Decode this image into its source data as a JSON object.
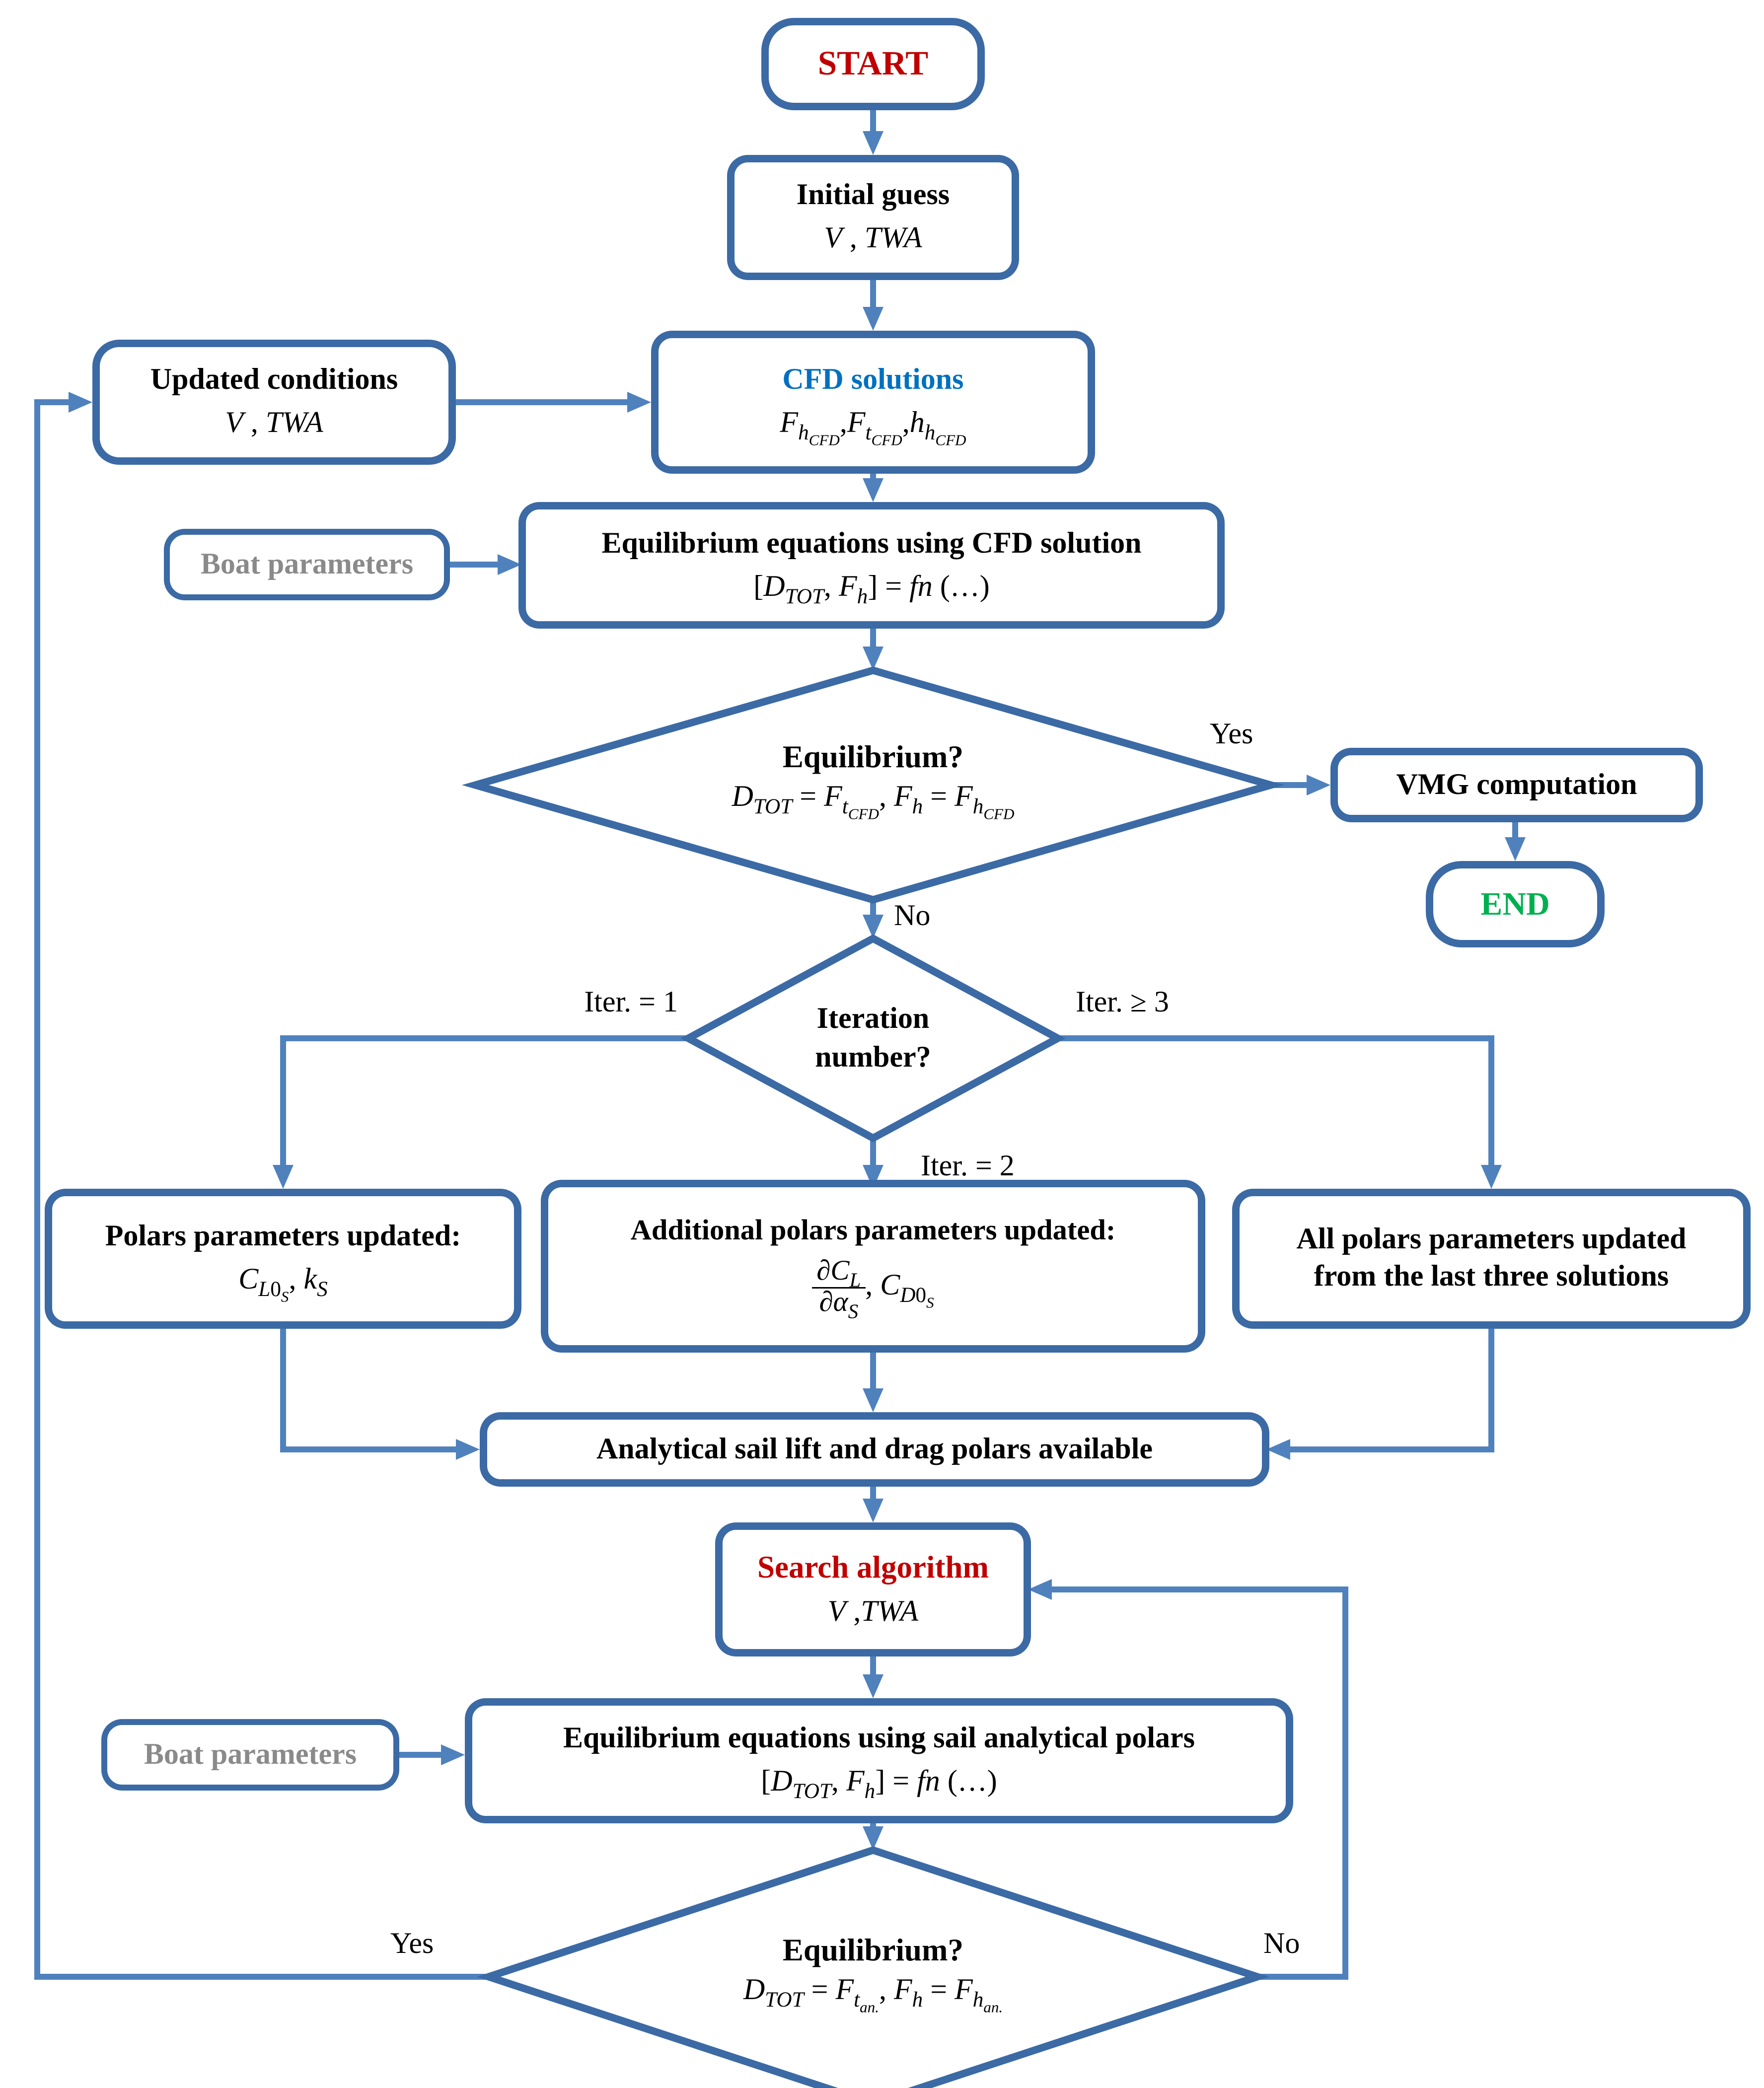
{
  "colors": {
    "box_border": "#3b6aa5",
    "arrow_blue": "#4f81bd",
    "start_red": "#c00000",
    "cfd_blue": "#0070c0",
    "end_green": "#00b050",
    "boat_gray": "#8a8a8a"
  },
  "nodes": {
    "start": {
      "label": "START"
    },
    "initial_guess": {
      "title": "Initial guess",
      "math": "<i>V</i> , <i>TWA</i>"
    },
    "updated_conditions": {
      "title": "Updated conditions",
      "math": "<i>V</i> , <i>TWA</i>"
    },
    "cfd_solutions": {
      "title": "CFD solutions",
      "math": "<i>F</i><sub><i>h</i><sub><i>CFD</i></sub></sub>,<i>F</i><sub><i>t</i><sub><i>CFD</i></sub></sub>,<i>h</i><sub><i>h</i><sub><i>CFD</i></sub></sub>"
    },
    "boat_parameters_top": {
      "label": "Boat parameters"
    },
    "equilibrium_cfd": {
      "title": "Equilibrium equations using CFD solution",
      "math": "[<i>D</i><sub><i>TOT</i></sub>, <i>F</i><sub><i>h</i></sub>] = <i>fn</i> (…)"
    },
    "decision_equilibrium_cfd": {
      "title": "Equilibrium?",
      "math": "<i>D</i><sub><i>TOT</i></sub> = <i>F</i><sub><i>t</i><sub><i>CFD</i></sub></sub>, <i>F</i><sub><i>h</i></sub> = <i>F</i><sub><i>h</i><sub><i>CFD</i></sub></sub>"
    },
    "vmg_computation": {
      "label": "VMG computation"
    },
    "end": {
      "label": "END"
    },
    "decision_iteration": {
      "line1": "Iteration",
      "line2": "number?"
    },
    "polars_updated": {
      "title": "Polars parameters updated:",
      "math": "<i>C</i><sub><i>L</i>0<sub><i>S</i></sub></sub>, <i>k</i><sub><i>S</i></sub>"
    },
    "additional_polars": {
      "title": "Additional polars parameters updated:",
      "math": "<span class=\"frac\"><span class=\"nm\">∂<i>C</i><sub><i>L</i></sub></span><span class=\"dn\">∂<i>α</i><sub><i>S</i></sub></span></span>, <i>C</i><sub><i>D</i>0<sub><i>S</i></sub></sub>"
    },
    "all_polars": {
      "line1": "All polars parameters updated",
      "line2": "from the last three solutions"
    },
    "analytical_polars": {
      "label": "Analytical sail lift and drag polars available"
    },
    "search_algorithm": {
      "title": "Search algorithm",
      "math": "<i>V</i> ,<i>TWA</i>"
    },
    "boat_parameters_bottom": {
      "label": "Boat parameters"
    },
    "equilibrium_analytical": {
      "title": "Equilibrium equations using sail analytical polars",
      "math": "[<i>D</i><sub><i>TOT</i></sub>, <i>F</i><sub><i>h</i></sub>] = <i>fn</i> (…)"
    },
    "decision_equilibrium_analytical": {
      "title": "Equilibrium?",
      "math": "<i>D</i><sub><i>TOT</i></sub> = <i>F</i><sub><i>t</i><sub><i>an.</i></sub></sub>, <i>F</i><sub><i>h</i></sub> = <i>F</i><sub><i>h</i><sub><i>an.</i></sub></sub>"
    }
  },
  "edge_labels": {
    "yes_top": "Yes",
    "no_top": "No",
    "iter_1": "Iter. = 1",
    "iter_3": "Iter. ≥ 3",
    "iter_2": "Iter. = 2",
    "yes_bottom": "Yes",
    "no_bottom": "No"
  }
}
